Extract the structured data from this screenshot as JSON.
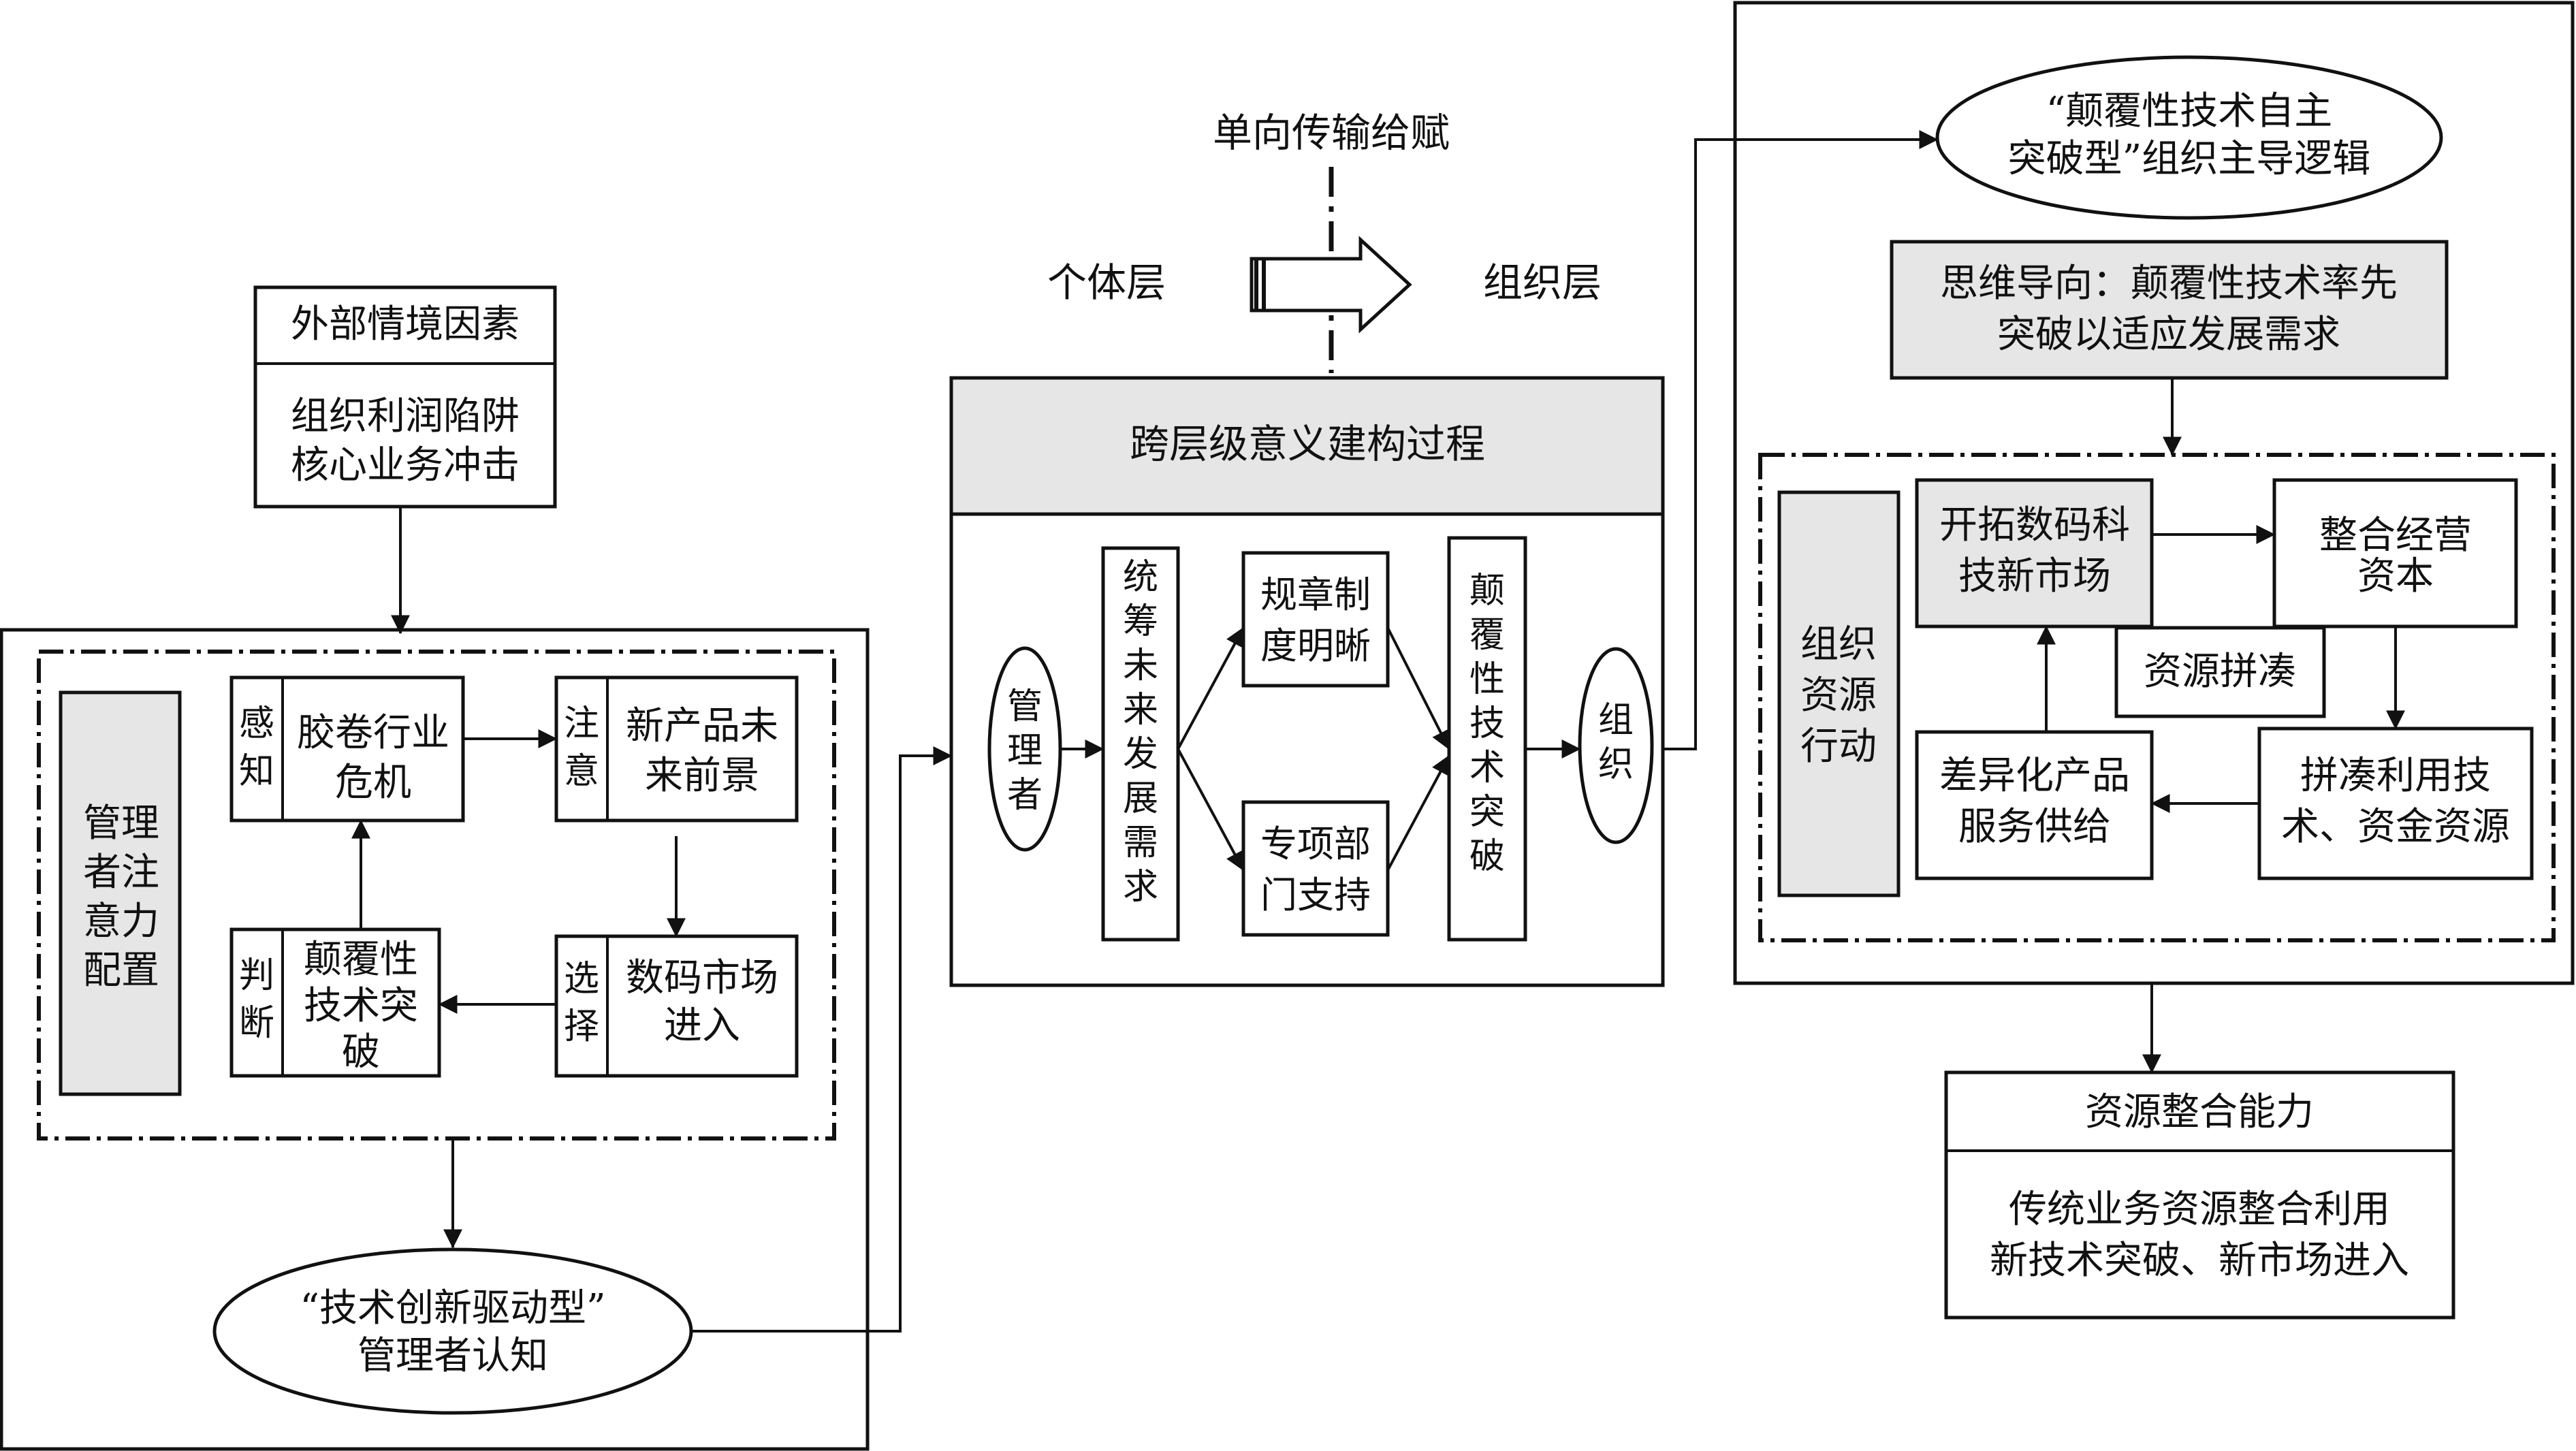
{
  "left_panel": {
    "external_title": "外部情境因素",
    "external_lines": [
      "组织利润陷阱",
      "核心业务冲击"
    ],
    "attention_config": [
      "管理",
      "者注",
      "意力",
      "配置"
    ],
    "stages": [
      {
        "tag": [
          "感",
          "知"
        ],
        "lines": [
          "胶卷行业",
          "危机"
        ]
      },
      {
        "tag": [
          "注",
          "意"
        ],
        "lines": [
          "新产品未",
          "来前景"
        ]
      },
      {
        "tag": [
          "选",
          "择"
        ],
        "lines": [
          "数码市场",
          "进入"
        ]
      },
      {
        "tag": [
          "判",
          "断"
        ],
        "lines": [
          "颠覆性",
          "技术突",
          "破"
        ]
      }
    ],
    "cognition_lines": [
      "“技术创新驱动型”",
      "管理者认知"
    ]
  },
  "middle_panel": {
    "transfer_label": "单向传输给赋",
    "individual_label": "个体层",
    "organization_label": "组织层",
    "title": "跨层级意义建构过程",
    "manager": [
      "管",
      "理",
      "者"
    ],
    "plan": [
      "统",
      "筹",
      "未",
      "来",
      "发",
      "展",
      "需",
      "求"
    ],
    "rules": [
      "规章制",
      "度明晰"
    ],
    "dept": [
      "专项部",
      "门支持"
    ],
    "breakthrough": [
      "颠",
      "覆",
      "性",
      "技",
      "术",
      "突",
      "破"
    ],
    "org": [
      "组",
      "织"
    ]
  },
  "right_panel": {
    "logic_lines": [
      "“颠覆性技术自主",
      "突破型”组织主导逻辑"
    ],
    "mindset_lines": [
      "思维导向：颠覆性技术率先",
      "突破以适应发展需求"
    ],
    "action_label": [
      "组织",
      "资源",
      "行动"
    ],
    "market": [
      "开拓数码科",
      "技新市场"
    ],
    "capital": [
      "整合经营",
      "资本"
    ],
    "bricolage": "资源拼凑",
    "products": [
      "差异化产品",
      "服务供给"
    ],
    "tech_funds": [
      "拼凑利用技",
      "术、资金资源"
    ],
    "capability_title": "资源整合能力",
    "capability_lines": [
      "传统业务资源整合利用",
      "新技术突破、新市场进入"
    ]
  }
}
